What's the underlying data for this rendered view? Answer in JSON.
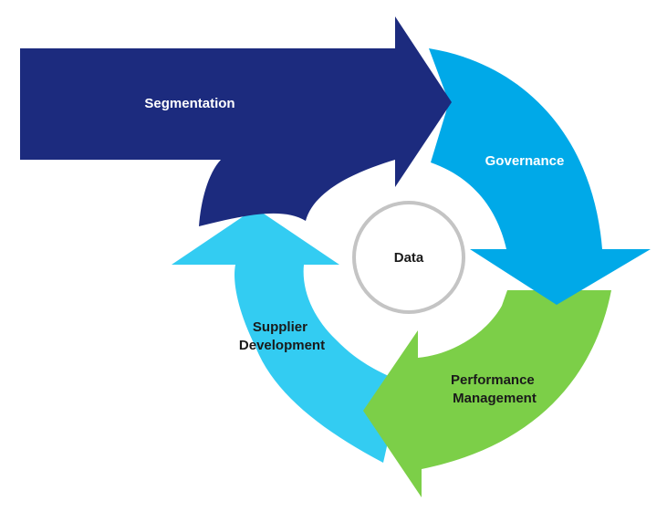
{
  "diagram": {
    "center": {
      "label": "Data",
      "ring_color": "#c4c4c4",
      "text_color": "#1a1a1a"
    },
    "segments": [
      {
        "id": "segmentation",
        "label_lines": [
          "Segmentation"
        ],
        "color": "#1c2b7e",
        "text_color": "#ffffff"
      },
      {
        "id": "governance",
        "label_lines": [
          "Governance"
        ],
        "color": "#00a9e8",
        "text_color": "#ffffff"
      },
      {
        "id": "performance-management",
        "label_lines": [
          "Performance",
          "Management"
        ],
        "color": "#7ccf48",
        "text_color": "#1a1a1a"
      },
      {
        "id": "supplier-development",
        "label_lines": [
          "Supplier",
          "Development"
        ],
        "color": "#33ccf2",
        "text_color": "#1a1a1a"
      }
    ]
  }
}
